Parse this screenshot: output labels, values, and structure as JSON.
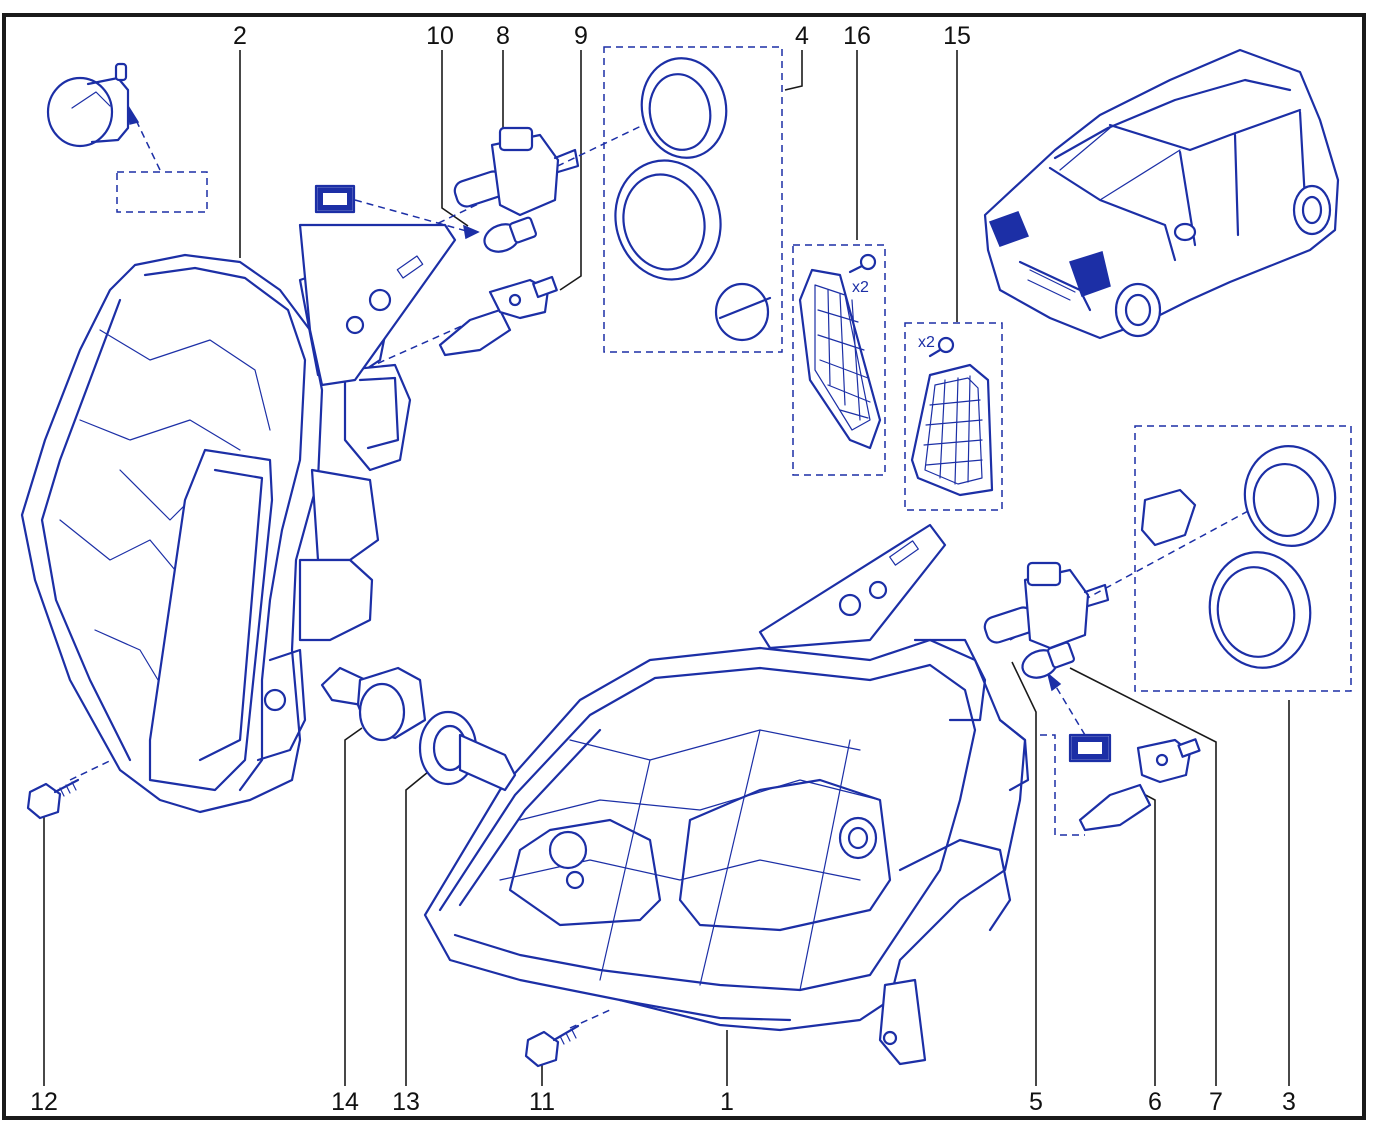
{
  "callouts": {
    "n1": "1",
    "n2": "2",
    "n3": "3",
    "n4": "4",
    "n5": "5",
    "n6": "6",
    "n7": "7",
    "n8": "8",
    "n9": "9",
    "n10": "10",
    "n11": "11",
    "n12": "12",
    "n13": "13",
    "n14": "14",
    "n15": "15",
    "n16": "16"
  },
  "quantities": {
    "q16": "x2",
    "q15": "x2"
  },
  "colors": {
    "line": "#1c2fa6",
    "frame": "#1a1a1a",
    "text": "#111111"
  }
}
